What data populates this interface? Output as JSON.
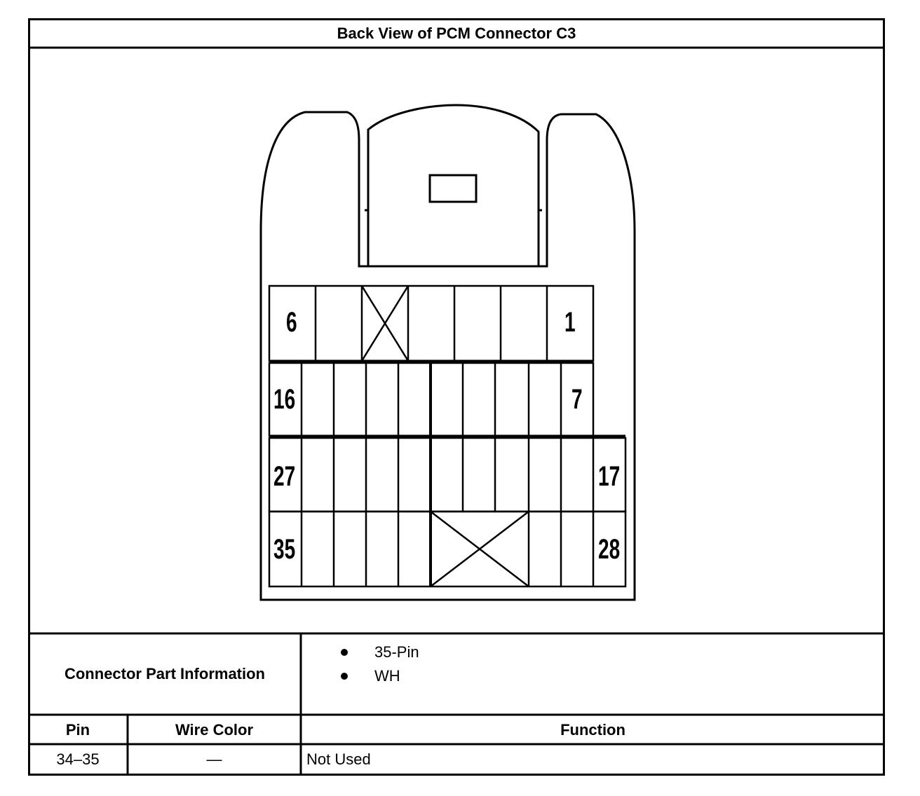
{
  "title": "Back View of PCM Connector C3",
  "connector": {
    "pin_labels": {
      "row1_left": "6",
      "row1_right": "1",
      "row2_left": "16",
      "row2_right": "7",
      "row3_left": "27",
      "row3_right": "17",
      "row4_left": "35",
      "row4_right": "28"
    }
  },
  "part_info": {
    "label": "Connector Part Information",
    "items": [
      "35-Pin",
      "WH"
    ]
  },
  "table": {
    "headers": {
      "pin": "Pin",
      "wire_color": "Wire Color",
      "function": "Function"
    },
    "rows": [
      {
        "pin": "34–35",
        "wire_color": "—",
        "function": "Not Used"
      }
    ]
  }
}
